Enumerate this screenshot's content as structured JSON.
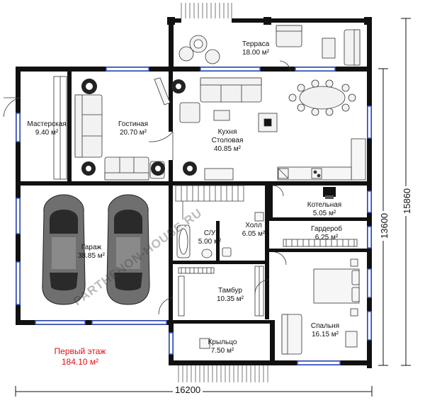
{
  "colors": {
    "wall": "#111111",
    "window": "#3a5bd0",
    "label_red": "#e01010"
  },
  "rooms": [
    {
      "id": "terrace",
      "name": "Терраса",
      "area": "18.00 м²"
    },
    {
      "id": "workshop",
      "name": "Мастерская",
      "area": "9.40 м²"
    },
    {
      "id": "living",
      "name": "Гостиная",
      "area": "20.70 м²"
    },
    {
      "id": "kitchen_a",
      "name": "Кухня"
    },
    {
      "id": "kitchen_b",
      "name": "Столовая",
      "area": "40.85 м²"
    },
    {
      "id": "boiler",
      "name": "Котельная",
      "area": "5.05 м²"
    },
    {
      "id": "garage",
      "name": "Гараж",
      "area": "38.85 м²"
    },
    {
      "id": "bath",
      "name": "С/У",
      "area": "5.00 м²"
    },
    {
      "id": "hall",
      "name": "Холл",
      "area": "6.05 м²"
    },
    {
      "id": "wardrobe",
      "name": "Гардероб",
      "area": "6.25 м²"
    },
    {
      "id": "vestibule",
      "name": "Тамбур",
      "area": "10.35 м²"
    },
    {
      "id": "bedroom",
      "name": "Спальня",
      "area": "16.15 м²"
    },
    {
      "id": "porch",
      "name": "Крыльцо",
      "area": "7.50 м²"
    }
  ],
  "floor": {
    "title": "Первый этаж",
    "total_area": "184.10 м²"
  },
  "dimensions": {
    "width": "16200",
    "depth_inner": "13600",
    "depth_total": "15860"
  },
  "watermark": "PARTHENON-HOUSE.RU"
}
